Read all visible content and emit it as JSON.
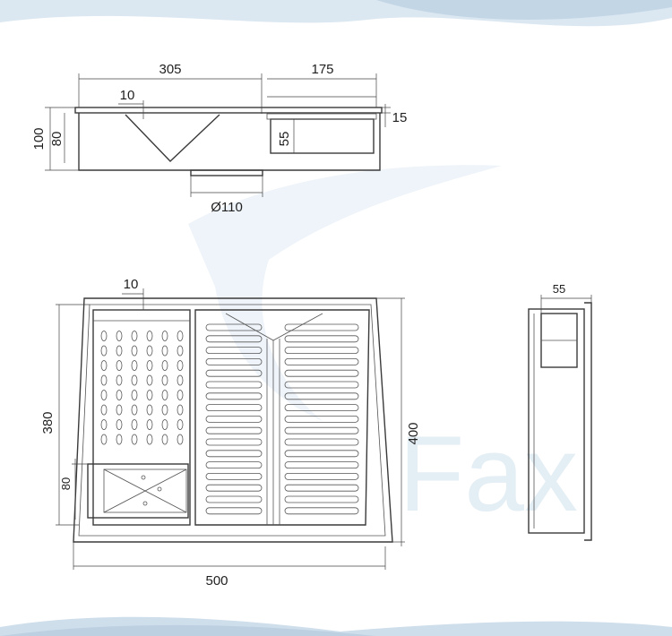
{
  "watermark": {
    "text": "Fax"
  },
  "top_view": {
    "dim_width_sink": "305",
    "dim_width_shelf": "175",
    "dim_rim_width": "10",
    "dim_total_height": "100",
    "dim_bowl_height": "80",
    "dim_shelf_depth": "55",
    "dim_rim_thickness": "15",
    "dim_drain": "Ø110"
  },
  "plan_view": {
    "dim_rim": "10",
    "dim_bowl_length": "380",
    "dim_sub_bowl": "80",
    "dim_total_length": "400",
    "dim_total_width": "500"
  },
  "side_view": {
    "dim_shelf": "55"
  },
  "colors": {
    "line": "#3a3a3a",
    "wave_top": "#c9dbe9",
    "wave_bottom": "#b9cde0",
    "watermark": "#e4eef5"
  }
}
